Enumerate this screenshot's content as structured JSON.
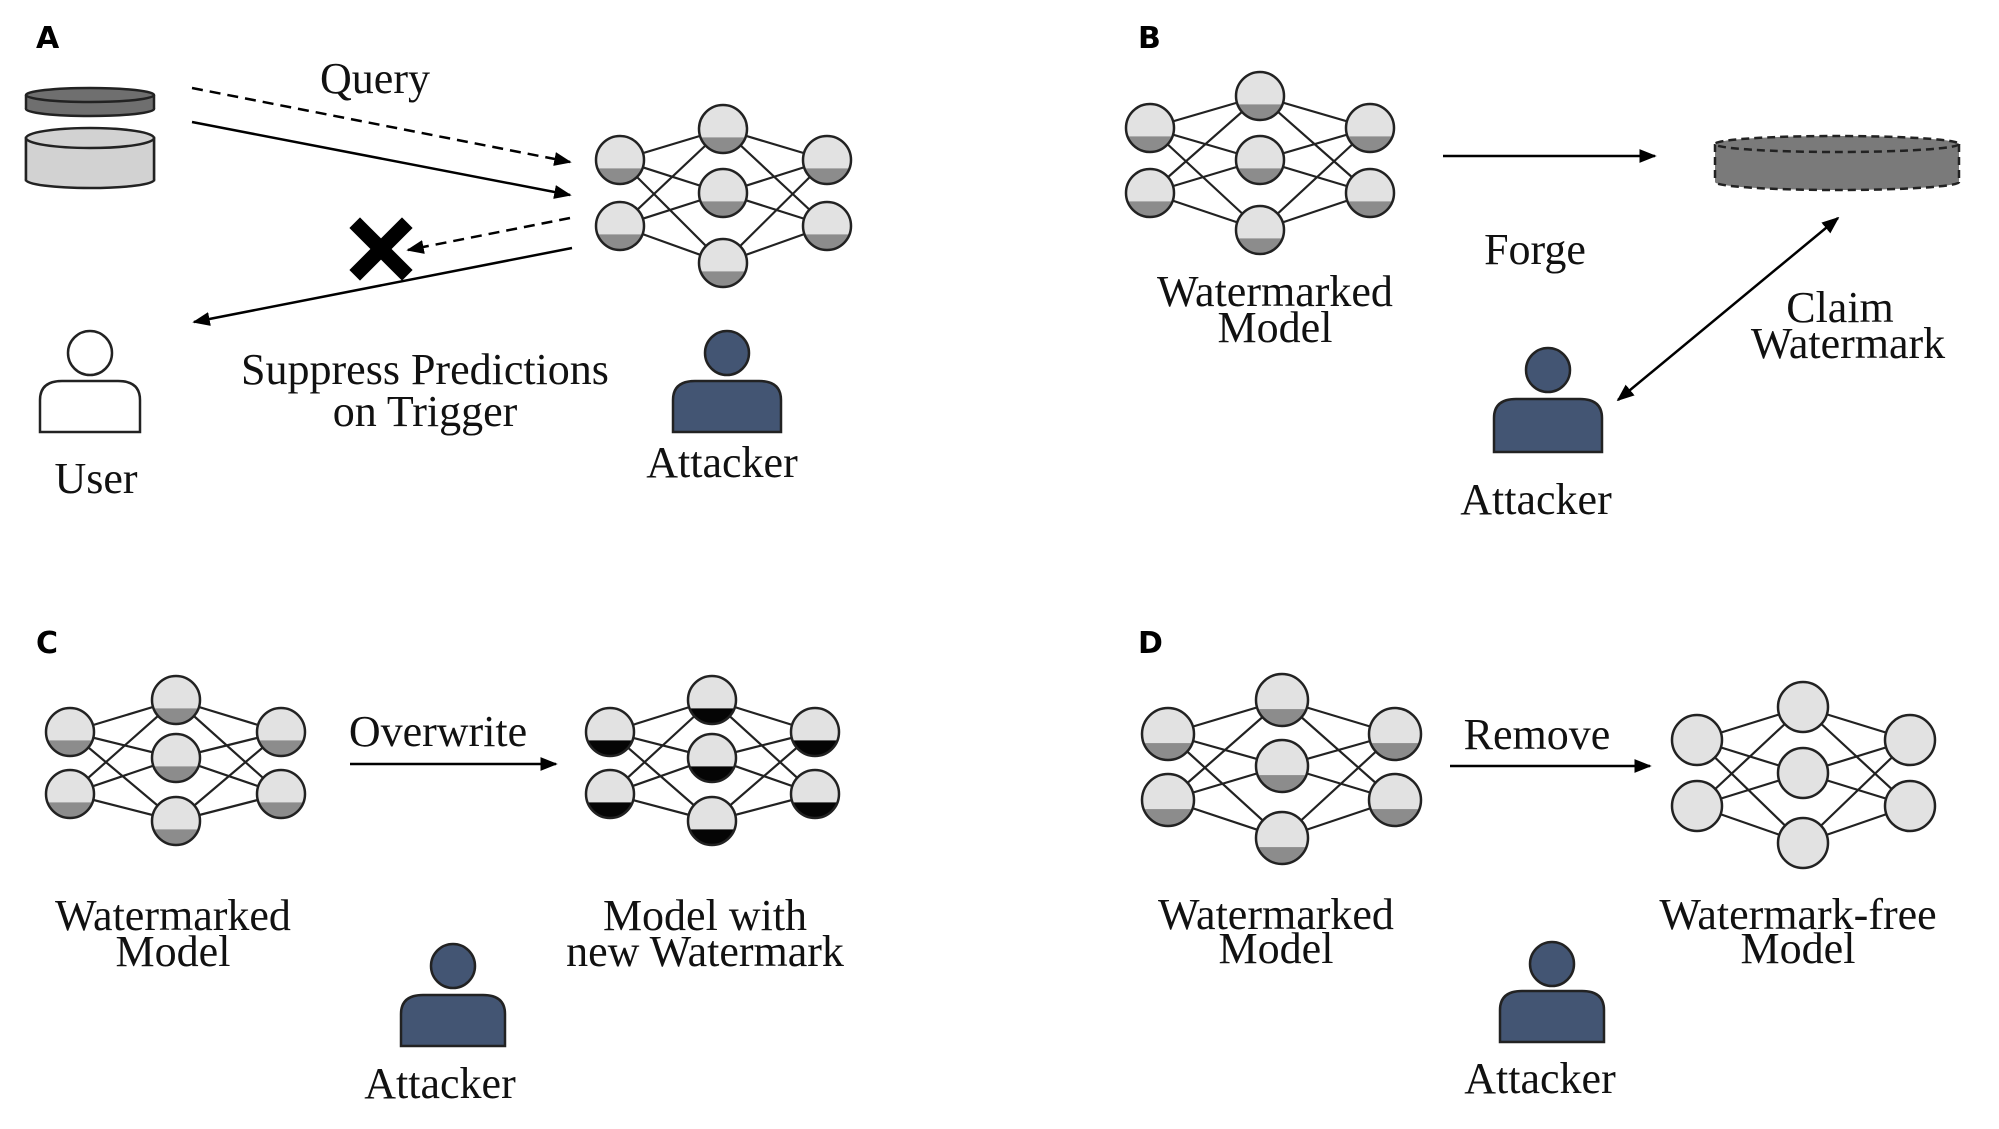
{
  "colors": {
    "node_fill": "#e2e2e2",
    "node_watermark": "#8c8c8c",
    "node_new_watermark": "#050505",
    "attacker": "#435573",
    "database_top": "#6f6f6f",
    "database_body": "#d2d2d2",
    "forged_disk": "#7a7a7a"
  },
  "panels": {
    "A": {
      "letter": "A",
      "query_label": "Query",
      "suppress_line1": "Suppress Predictions",
      "suppress_line2": "on Trigger",
      "user_label": "User",
      "attacker_label": "Attacker"
    },
    "B": {
      "letter": "B",
      "model_line1": "Watermarked",
      "model_line2": "Model",
      "forge_label": "Forge",
      "claim_line1": "Claim",
      "claim_line2": "Watermark",
      "attacker_label": "Attacker"
    },
    "C": {
      "letter": "C",
      "left_line1": "Watermarked",
      "left_line2": "Model",
      "action_label": "Overwrite",
      "right_line1": "Model with",
      "right_line2": "new Watermark",
      "attacker_label": "Attacker"
    },
    "D": {
      "letter": "D",
      "left_line1": "Watermarked",
      "left_line2": "Model",
      "action_label": "Remove",
      "right_line1": "Watermark-free",
      "right_line2": "Model",
      "attacker_label": "Attacker"
    }
  }
}
